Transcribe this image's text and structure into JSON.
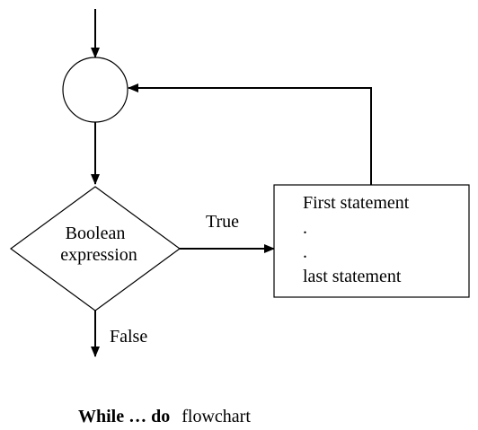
{
  "diagram": {
    "decision": {
      "line1": "Boolean",
      "line2": "expression"
    },
    "edges": {
      "true_label": "True",
      "false_label": "False"
    },
    "body_box": {
      "first": "First statement",
      "dot1": ".",
      "dot2": ".",
      "last": "last statement"
    },
    "caption": {
      "bold": "While … do",
      "normal": "flowchart"
    }
  },
  "colors": {
    "stroke": "#000000",
    "background": "#ffffff"
  }
}
